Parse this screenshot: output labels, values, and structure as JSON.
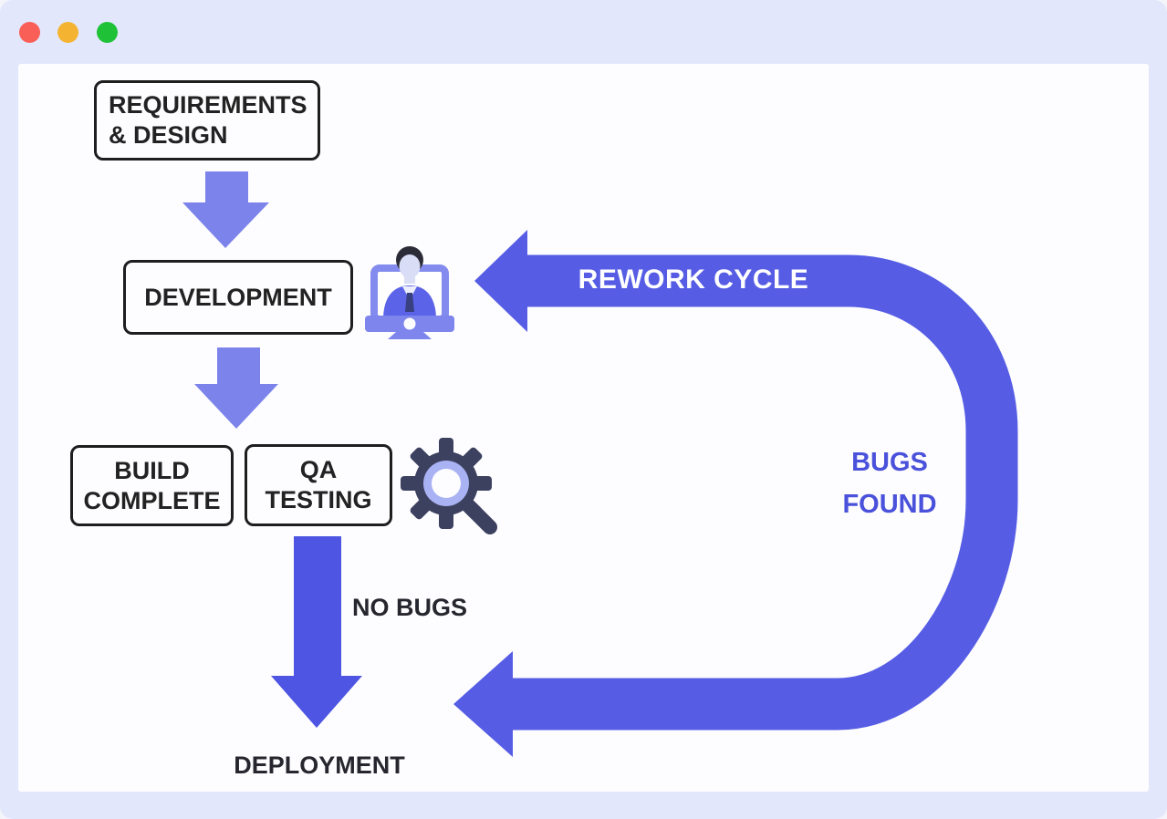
{
  "window": {
    "traffic_lights": [
      {
        "name": "close",
        "color": "#fa5f57"
      },
      {
        "name": "minimize",
        "color": "#f4b431"
      },
      {
        "name": "maximize",
        "color": "#1fc236"
      }
    ],
    "frame_color": "#e2e7fc",
    "canvas_color": "#fdfdff"
  },
  "diagram": {
    "nodes": {
      "requirements": {
        "label": "REQUIREMENTS & DESIGN"
      },
      "development": {
        "label": "DEVELOPMENT"
      },
      "build_complete": {
        "label": "BUILD COMPLETE"
      },
      "qa_testing": {
        "label": "QA TESTING"
      },
      "deployment": {
        "label": "DEPLOYMENT"
      }
    },
    "annotations": {
      "rework_cycle": {
        "label": "REWORK CYCLE",
        "text_color": "#ffffff"
      },
      "bugs_found": {
        "label": "BUGS FOUND",
        "text_color": "#4a51da"
      },
      "no_bugs": {
        "label": "NO BUGS",
        "text_color": "#26262e"
      }
    },
    "edges": [
      {
        "from": "requirements",
        "to": "development"
      },
      {
        "from": "development",
        "to": "build_complete"
      },
      {
        "from": "build_complete",
        "to": "qa_testing"
      },
      {
        "from": "qa_testing",
        "to": "deployment",
        "labels": [
          "NO BUGS"
        ]
      },
      {
        "from": "qa_testing",
        "to": "development",
        "labels": [
          "REWORK CYCLE",
          "BUGS FOUND"
        ]
      }
    ],
    "icons": [
      {
        "name": "developer-at-computer-icon"
      },
      {
        "name": "qa-gear-magnifier-icon"
      }
    ],
    "colors": {
      "flow_arrow_light": "#7c83ea",
      "flow_arrow_strong": "#4d55e2",
      "rework_arrow": "#565de4",
      "node_border": "#1e1e1e",
      "node_text": "#222222",
      "icon_dark": "#3d4160",
      "icon_purple": "#7e85ed",
      "icon_suit_blue": "#5b63e8"
    }
  }
}
